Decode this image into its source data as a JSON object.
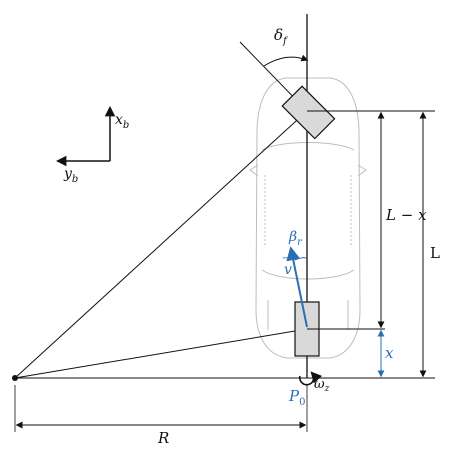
{
  "colors": {
    "line": "#111111",
    "blue": "#2a6fb3",
    "wheel_fill": "#d9d9d9",
    "car_outline": "#bdbdbd"
  },
  "labels": {
    "delta_f": "δ",
    "delta_f_sub": "f",
    "x_b": "x",
    "x_b_sub": "b",
    "y_b": "y",
    "y_b_sub": "b",
    "beta_r": "β",
    "beta_r_sub": "r",
    "v_vec": "v",
    "v_vec_arrow": "→",
    "L_minus_x": "L − x",
    "L": "L",
    "x": "x",
    "P0": "P",
    "P0_sub": "0",
    "omega_z": "ω",
    "omega_z_sub": "z",
    "R": "R"
  }
}
